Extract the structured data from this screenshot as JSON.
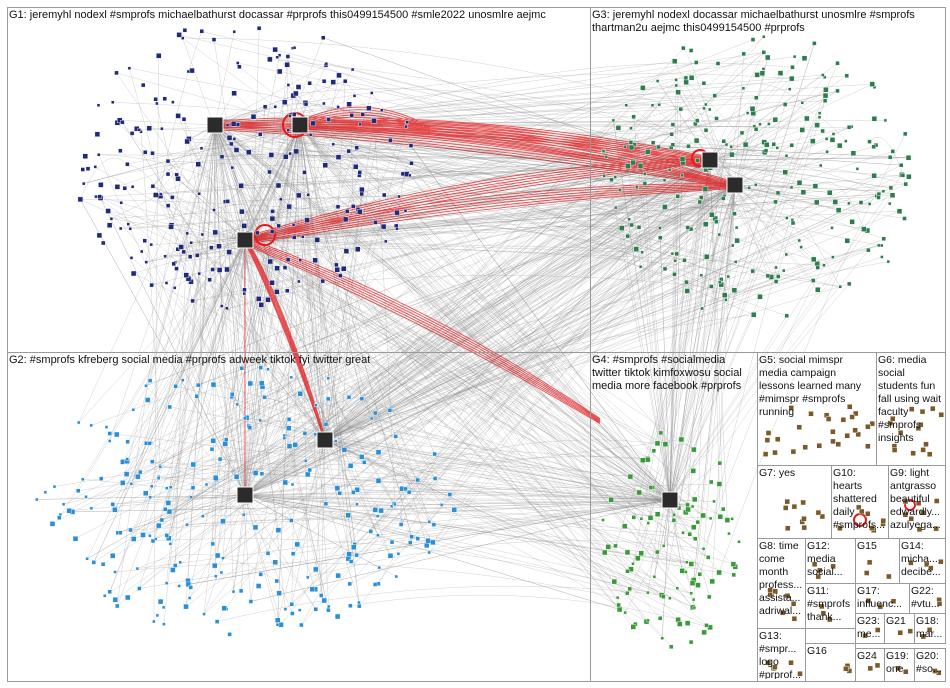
{
  "groups": [
    {
      "id": "G1",
      "text": "G1: jeremyhl nodexl #smprofs michaelbathurst docassar #prprofs this0499154500 #smle2022 unosmlre aejmc"
    },
    {
      "id": "G2",
      "text": "G2: #smprofs kfreberg social media #prprofs adweek tiktok fyi twitter great"
    },
    {
      "id": "G3",
      "text": "G3: jeremyhl nodexl docassar michaelbathurst unosmlre #smprofs thartman2u aejmc this0499154500 #prprofs"
    },
    {
      "id": "G4",
      "text": "G4: #smprofs #socialmedia twitter tiktok kimfoxwosu social media more facebook #prprofs"
    },
    {
      "id": "G5",
      "text": "G5: social mimspr media campaign lessons learned many #mimspr #smprofs running"
    },
    {
      "id": "G6",
      "text": "G6: media social students fun fall using wait faculty #smprofs insights"
    },
    {
      "id": "G7",
      "text": "G7: yes"
    },
    {
      "id": "G8",
      "text": "G8: time come month profess... assista... adriwal..."
    },
    {
      "id": "G9",
      "text": "G9: light antgrasso beautiful edwardly... azulyega..."
    },
    {
      "id": "G10",
      "text": "G10: hearts shattered daily #smprofs..."
    },
    {
      "id": "G11",
      "text": "G11: #smprofs thank..."
    },
    {
      "id": "G12",
      "text": "G12: media social..."
    },
    {
      "id": "G13",
      "text": "G13: #smpr... logo #prprof..."
    },
    {
      "id": "G14",
      "text": "G14: micha... decibe..."
    },
    {
      "id": "G15",
      "text": "G15"
    },
    {
      "id": "G16",
      "text": "G16"
    },
    {
      "id": "G17",
      "text": "G17: influenc..."
    },
    {
      "id": "G18",
      "text": "G18: mar..."
    },
    {
      "id": "G19",
      "text": "G19: one"
    },
    {
      "id": "G20",
      "text": "G20: #so..."
    },
    {
      "id": "G21",
      "text": "G21"
    },
    {
      "id": "G22",
      "text": "G22: #vtu..."
    },
    {
      "id": "G23",
      "text": "G23: me..."
    },
    {
      "id": "G24",
      "text": "G24"
    }
  ],
  "colors": {
    "edge_gray": "#8a8a8a",
    "edge_red": "#e41a1c",
    "border": "#9a9a9a",
    "g1_node": "#1f2a7a",
    "g2_node": "#2a8fd6",
    "g3_node": "#2e7d4f",
    "g4_node": "#3a9a3a",
    "g_small_node": "#7a5a2a",
    "label_bg": "#ffffff"
  },
  "icons": {
    "node": "square-avatar-icon",
    "self_loop": "self-loop-circle-icon"
  }
}
